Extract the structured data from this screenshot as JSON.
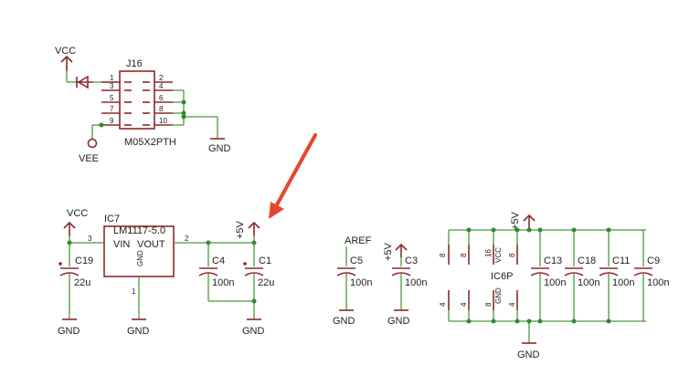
{
  "header": {
    "j16_name": "J16",
    "j16_value": "M05X2PTH",
    "vcc_top": "VCC",
    "vee": "VEE",
    "gnd_j16": "GND",
    "j16_pins": {
      "p1": "1",
      "p2": "2",
      "p3": "3",
      "p4": "4",
      "p5": "5",
      "p6": "6",
      "p7": "7",
      "p8": "8",
      "p9": "9",
      "p10": "10"
    }
  },
  "regulator": {
    "name": "IC7",
    "value": "LM1117-5.0",
    "vin": "VIN",
    "vout": "VOUT",
    "gnd_pin": "GND",
    "pin_in": "3",
    "pin_out": "2",
    "pin_gnd": "1",
    "vcc": "VCC",
    "plus5v": "+5V",
    "c19_name": "C19",
    "c19_value": "22u",
    "c4_name": "C4",
    "c4_value": "100n",
    "c1_name": "C1",
    "c1_value": "22u",
    "gnd1": "GND",
    "gnd2": "GND",
    "gnd3": "GND"
  },
  "aref_block": {
    "aref": "AREF",
    "c5_name": "C5",
    "c5_value": "100n",
    "gnd_c5": "GND",
    "plus5v": "+5V",
    "c3_name": "C3",
    "c3_value": "100n",
    "gnd_c3": "GND"
  },
  "ic6p_block": {
    "name": "IC6P",
    "plus5v": "+5V",
    "gnd": "GND",
    "pin_vcc": "VCC",
    "pin_gnd": "GND",
    "pins_top": [
      "8",
      "8",
      "16",
      "8"
    ],
    "pins_bottom": [
      "4",
      "4",
      "8",
      "4"
    ],
    "caps": [
      {
        "name": "C13",
        "value": "100n"
      },
      {
        "name": "C18",
        "value": "100n"
      },
      {
        "name": "C11",
        "value": "100n"
      },
      {
        "name": "C9",
        "value": "100n"
      }
    ]
  },
  "colors": {
    "wire": "#4a9a3a",
    "symbol": "#8b2a2a",
    "junction": "#2f8a2f",
    "arrow": "#e8452f"
  },
  "icons": {
    "annotation": "red-arrow-icon"
  }
}
